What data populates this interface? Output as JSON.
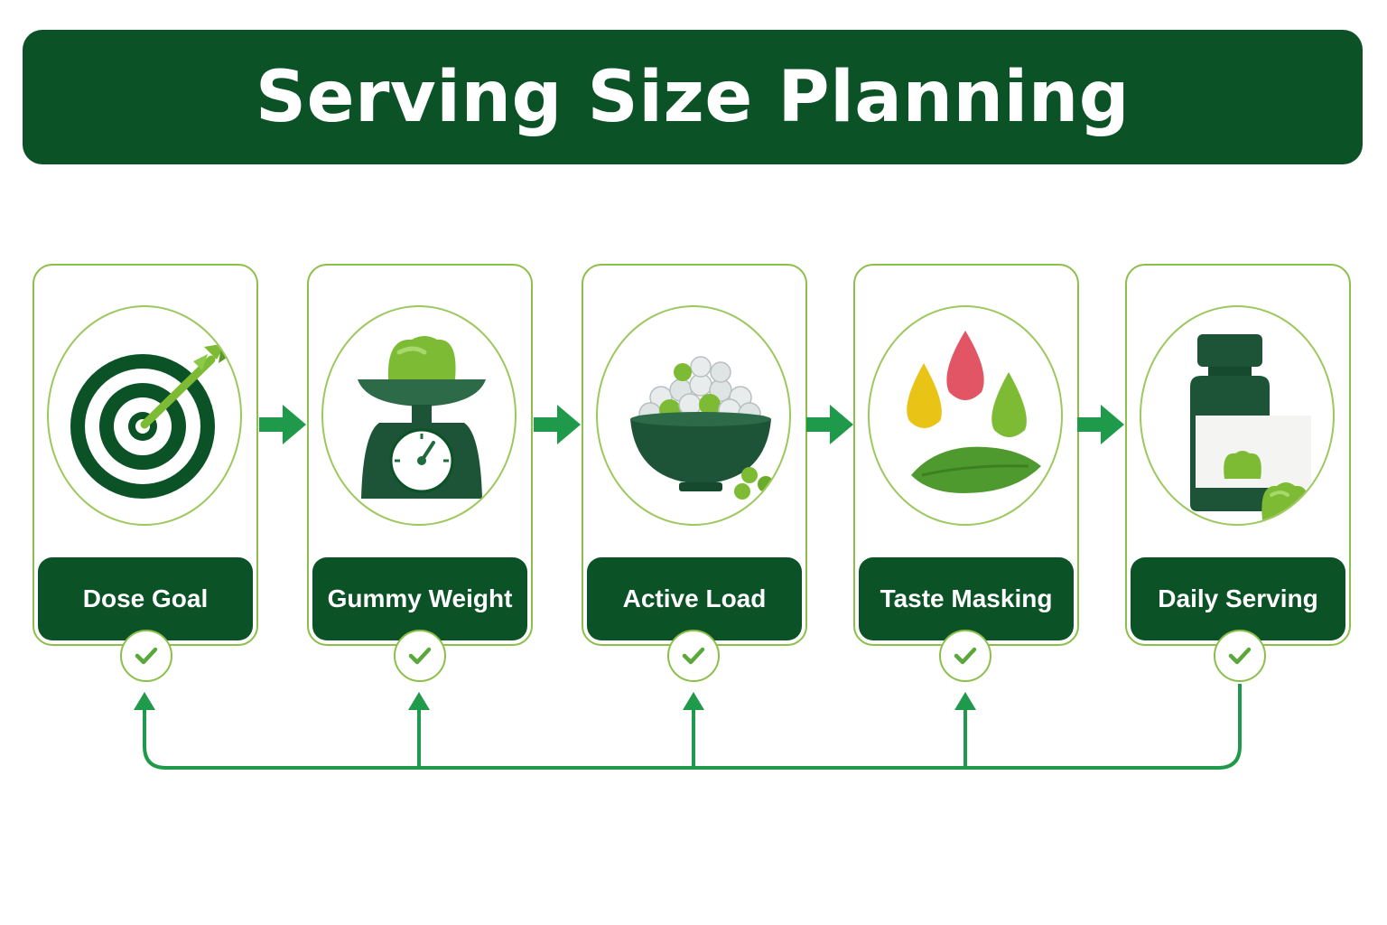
{
  "title": "Serving Size Planning",
  "stages": [
    {
      "label": "Dose Goal",
      "icon": "target-icon"
    },
    {
      "label": "Gummy Weight",
      "icon": "scale-icon"
    },
    {
      "label": "Active Load",
      "icon": "bowl-of-beads-icon"
    },
    {
      "label": "Taste Masking",
      "icon": "droplets-leaf-icon"
    },
    {
      "label": "Daily Serving",
      "icon": "supplement-bottle-icon"
    }
  ],
  "colors": {
    "dark_green": "#0b5227",
    "bright_green": "#1e9a4a",
    "border_green": "#8bbf4a",
    "gummy_green": "#7dbb34"
  }
}
